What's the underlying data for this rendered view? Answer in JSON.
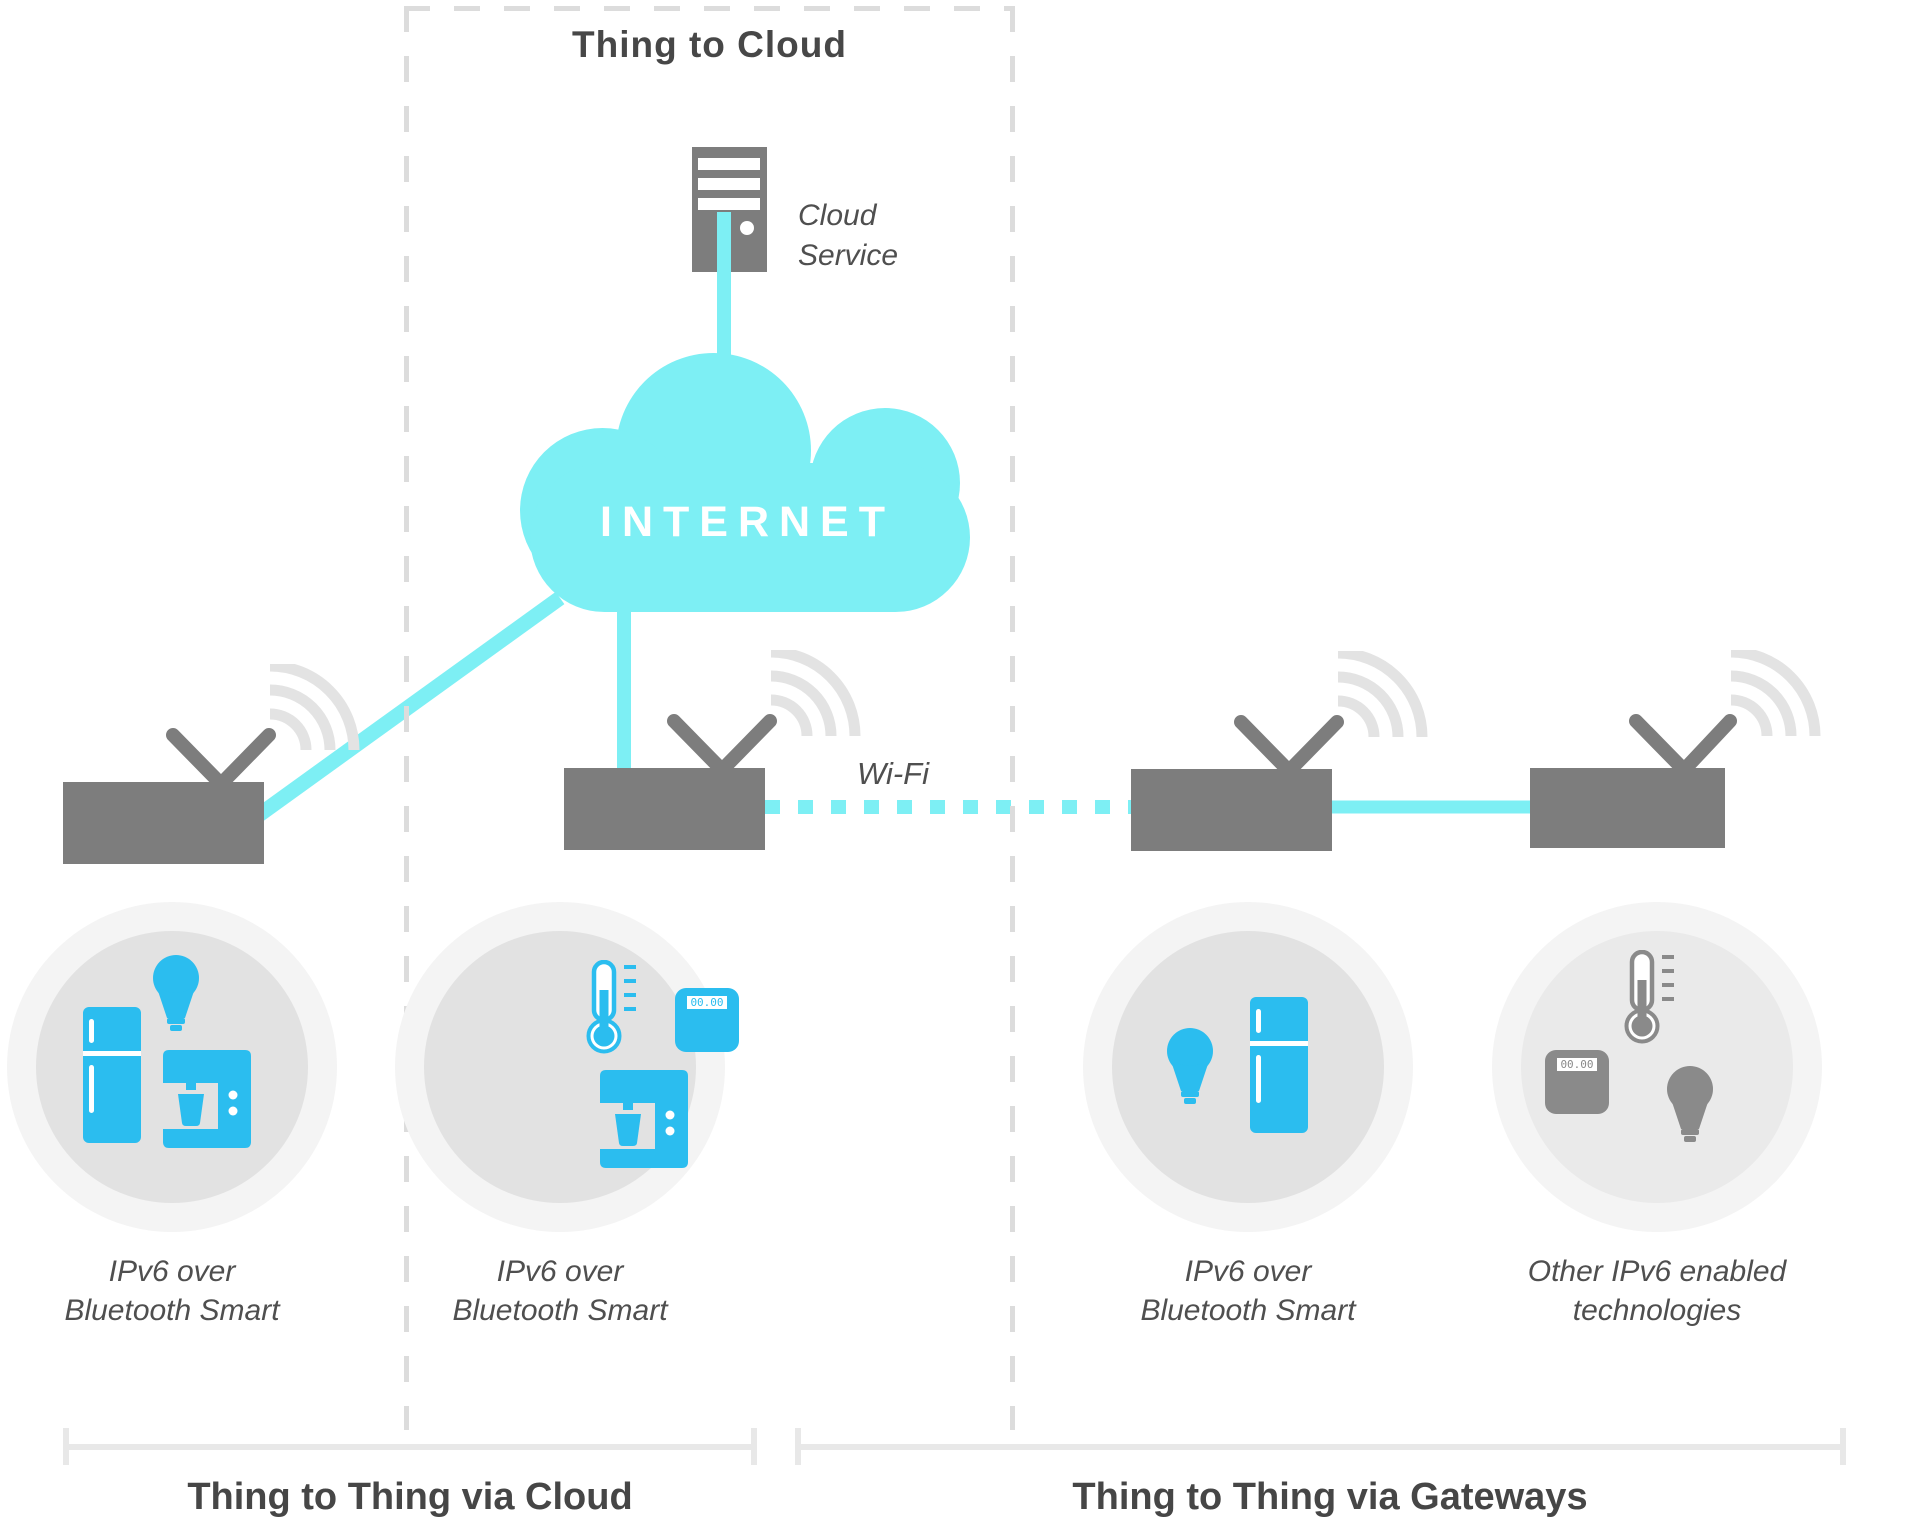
{
  "box": {
    "title": "Thing to Cloud"
  },
  "cloud": {
    "label": "INTERNET"
  },
  "server": {
    "caption1": "Cloud",
    "caption2": "Service"
  },
  "links": {
    "wifi_label": "Wi-Fi"
  },
  "scale_display_text": "00.00",
  "devices": [
    {
      "caption1": "IPv6 over",
      "caption2": "Bluetooth Smart",
      "icons": [
        "fridge",
        "lightbulb",
        "coffee-maker"
      ],
      "icon_color": "#2bbdef"
    },
    {
      "caption1": "IPv6 over",
      "caption2": "Bluetooth Smart",
      "icons": [
        "thermometer",
        "scale",
        "coffee-maker"
      ],
      "icon_color": "#2bbdef"
    },
    {
      "caption1": "IPv6 over",
      "caption2": "Bluetooth Smart",
      "icons": [
        "lightbulb",
        "fridge"
      ],
      "icon_color": "#2bbdef"
    },
    {
      "caption1": "Other IPv6 enabled",
      "caption2": "technologies",
      "icons": [
        "thermometer",
        "scale",
        "lightbulb"
      ],
      "icon_color": "#8a8a8a"
    }
  ],
  "groups": {
    "via_cloud_label": "Thing to Thing via Cloud",
    "via_gateways_label": "Thing to Thing via Gateways"
  },
  "colors": {
    "cyan": "#7deff4",
    "device_blue": "#2bbdef",
    "device_gray": "#8a8a8a",
    "hardware_gray": "#7d7d7d",
    "dashed_line": "#dcdcdc",
    "text_dark": "#474747",
    "text_muted": "#4f4f4f"
  }
}
